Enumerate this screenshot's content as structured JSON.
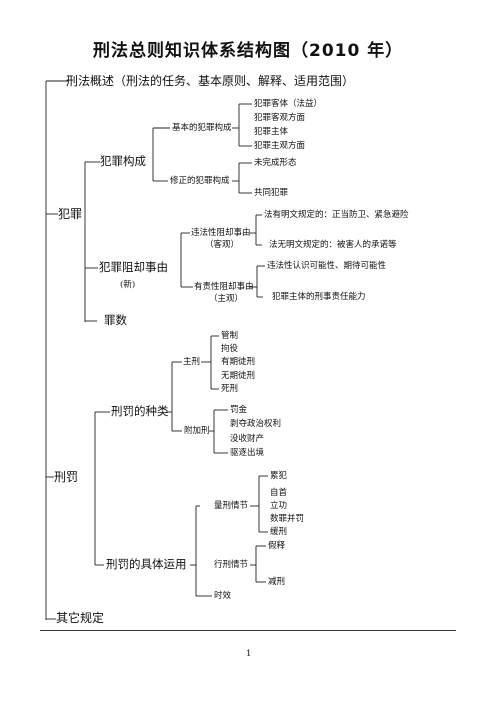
{
  "title": "刑法总则知识体系结构图（2010 年）",
  "root": {
    "overview": "刑法概述（刑法的任务、基本原则、解释、适用范围）",
    "crime": {
      "label": "犯罪",
      "composition": {
        "label": "犯罪构成",
        "basic": {
          "label": "基本的犯罪构成",
          "items": [
            "犯罪客体（法益）",
            "犯罪客观方面",
            "犯罪主体",
            "犯罪主观方面"
          ]
        },
        "modified": {
          "label": "修正的犯罪构成",
          "items": [
            "未完成形态",
            "共同犯罪"
          ]
        }
      },
      "justification": {
        "label": "犯罪阻却事由",
        "note": "(新)",
        "objective": {
          "label": "违法性阻却事由",
          "sub": "（客观）",
          "items": [
            "法有明文规定的：正当防卫、紧急避险",
            "法无明文规定的：被害人的承诺等"
          ]
        },
        "subjective": {
          "label": "有责性阻却事由",
          "sub": "（主观）",
          "items": [
            "违法性认识可能性、期待可能性",
            "犯罪主体的刑事责任能力"
          ]
        }
      },
      "counts": "罪数"
    },
    "punishment": {
      "label": "刑罚",
      "types": {
        "label": "刑罚的种类",
        "main": {
          "label": "主刑",
          "items": [
            "管制",
            "拘役",
            "有期徒刑",
            "无期徒刑",
            "死刑"
          ]
        },
        "additional": {
          "label": "附加刑",
          "items": [
            "罚金",
            "剥夺政治权利",
            "没收财产",
            "驱逐出境"
          ]
        }
      },
      "application": {
        "label": "刑罚的具体运用",
        "sentencing": {
          "label": "量刑情节",
          "items": [
            "累犯",
            "自首",
            "立功",
            "数罪并罚",
            "缓刑"
          ]
        },
        "execution": {
          "label": "行刑情节",
          "items": [
            "假释",
            "减刑"
          ]
        },
        "limitation": "时效"
      }
    },
    "other": "其它规定"
  },
  "page_number": "1"
}
